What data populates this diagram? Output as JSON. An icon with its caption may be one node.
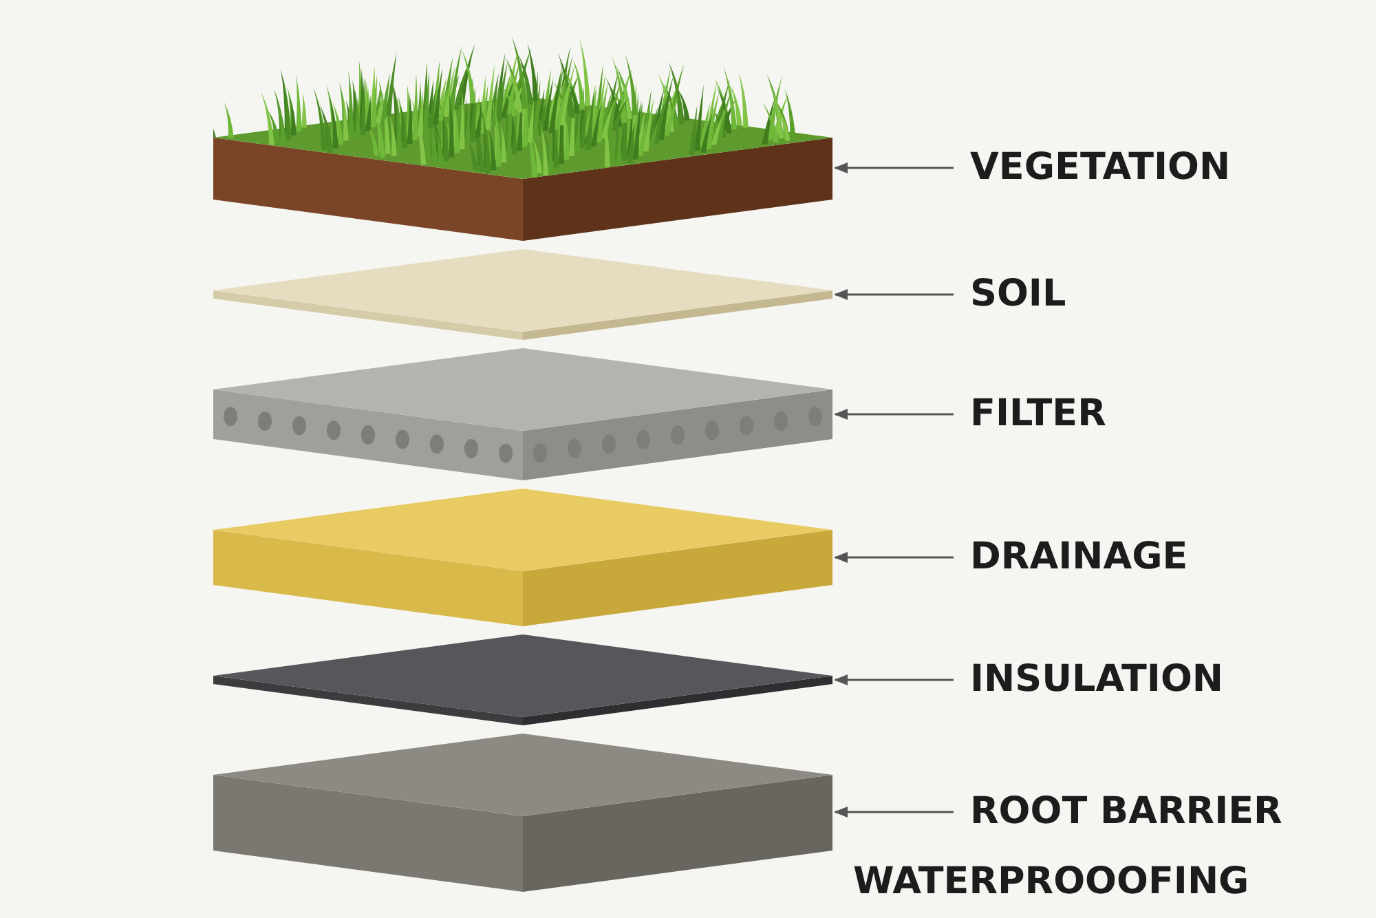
{
  "diagram": {
    "nodes": [
      {
        "text": [
          "VEGETATION"
        ]
      },
      {
        "text": [
          "SOIL"
        ]
      },
      {
        "text": [
          "FILTER"
        ]
      },
      {
        "text": [
          "DRAINAGE"
        ]
      },
      {
        "text": [
          "INSULATION"
        ]
      },
      {
        "text": [
          "ROOT BARRIER"
        ]
      },
      {
        "text": [],
        "shape": "picture"
      },
      {
        "text": [],
        "shape": "picture"
      },
      {
        "text": [],
        "shape": "picture"
      },
      {
        "text": [],
        "shape": "picture"
      },
      {
        "text": [],
        "shape": "picture"
      },
      {
        "text": [],
        "shape": "picture"
      }
    ],
    "edges": [
      {
        "from": 0,
        "to": 6,
        "arrow": "to"
      },
      {
        "from": 1,
        "to": 7,
        "arrow": "to"
      },
      {
        "from": 2,
        "to": 8,
        "arrow": "to"
      },
      {
        "from": 3,
        "to": 9,
        "arrow": "to"
      },
      {
        "from": 4,
        "to": 10,
        "arrow": "to"
      },
      {
        "from": 5,
        "to": 11,
        "arrow": "to"
      }
    ],
    "labels": [
      "WATERPROOOFING"
    ]
  }
}
